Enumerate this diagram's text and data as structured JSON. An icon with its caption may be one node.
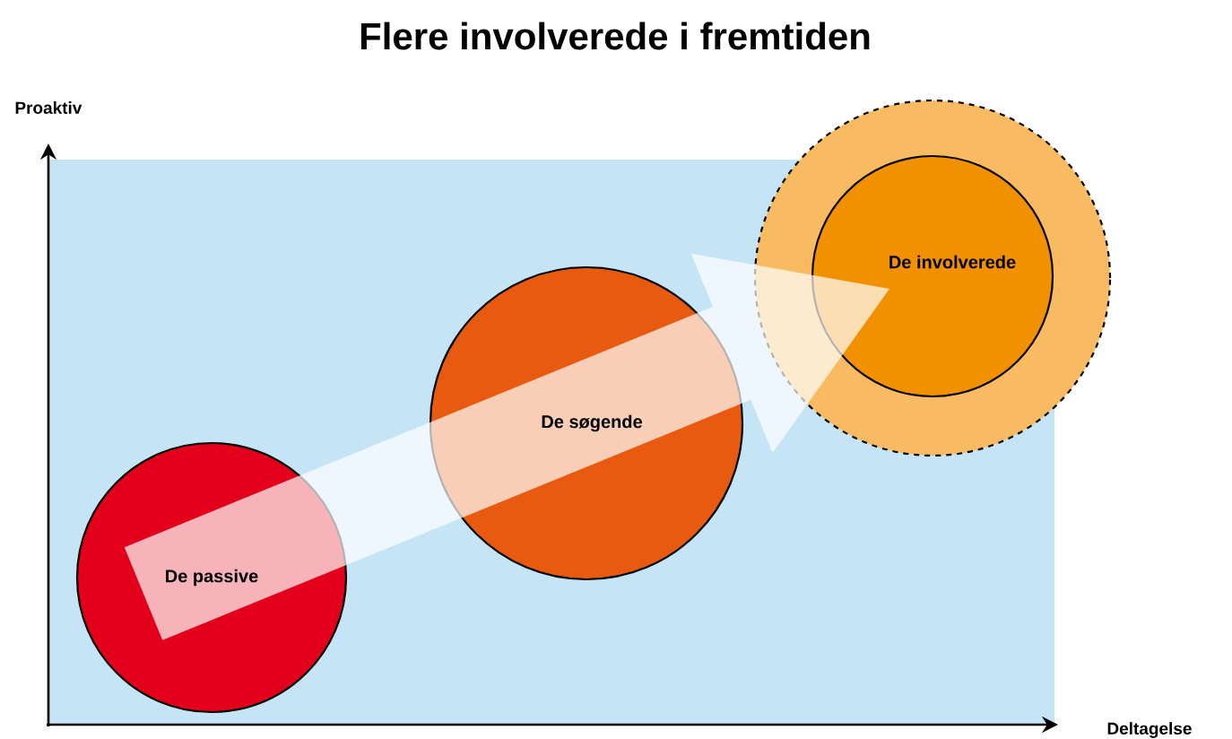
{
  "diagram": {
    "title": "Flere involverede i fremtiden",
    "nodes": [
      {
        "text": [
          "De passive"
        ]
      },
      {
        "text": [
          "De søgende"
        ]
      },
      {
        "text": [],
        "shape": "circle"
      },
      {
        "text": [
          "De involverede"
        ],
        "in": 2
      }
    ],
    "edges": [
      {
        "from": 0,
        "to": 3,
        "arrow": "to",
        "style": "thick"
      }
    ],
    "labels": [
      "Proaktiv",
      "Deltagelse"
    ]
  }
}
